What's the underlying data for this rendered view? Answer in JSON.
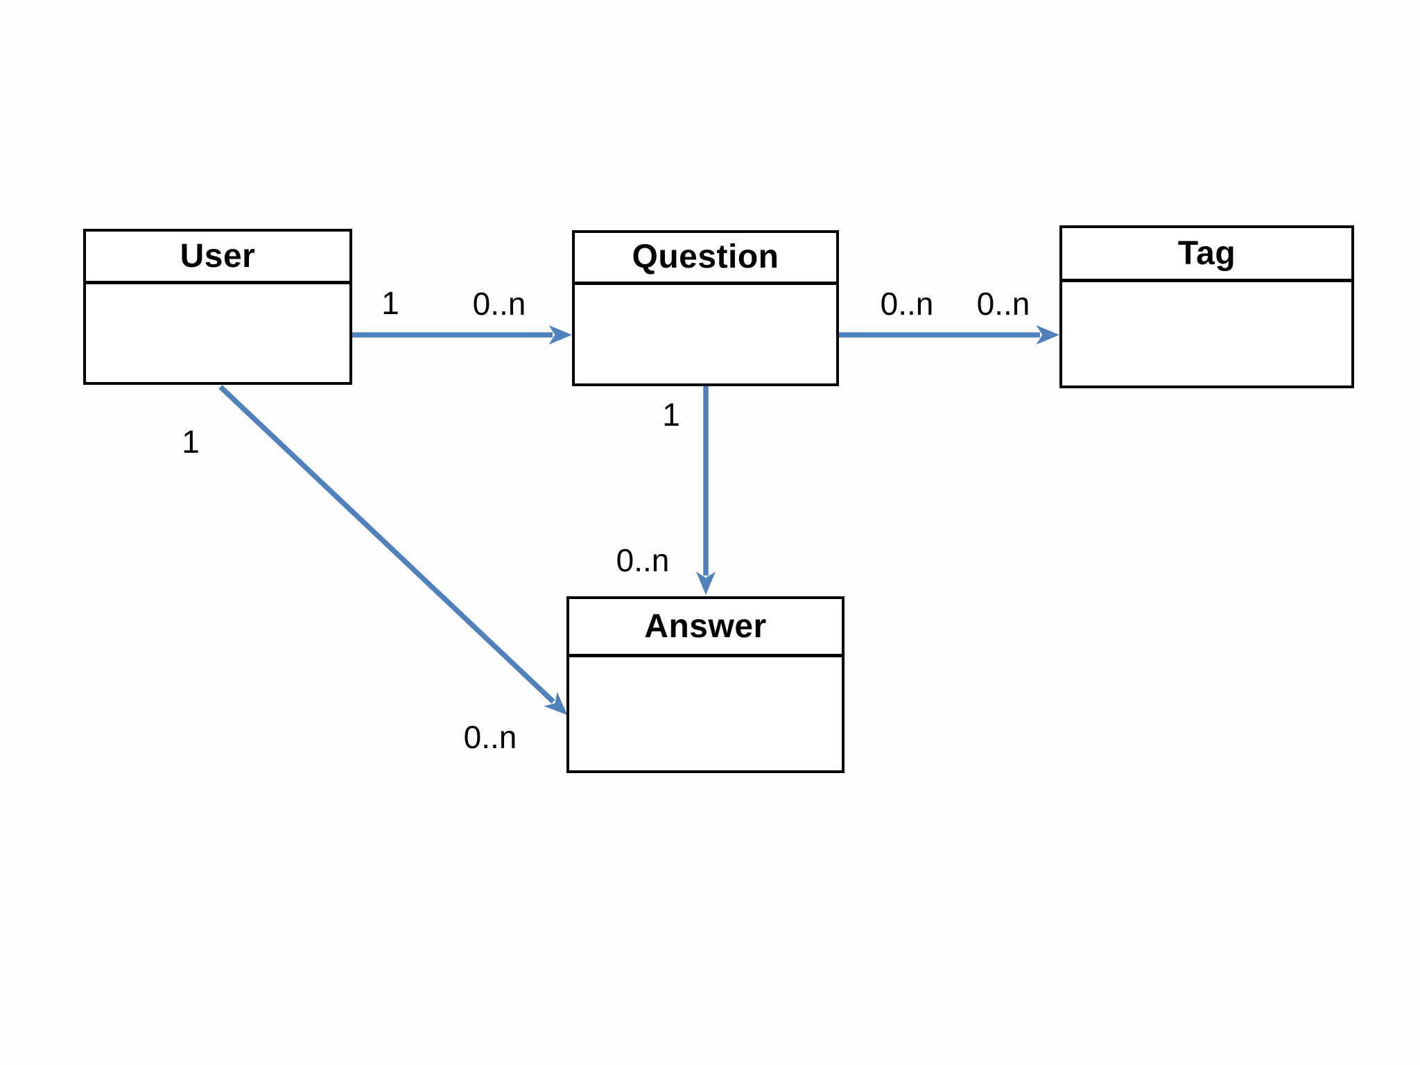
{
  "diagram": {
    "type": "uml-class-diagram",
    "entities": [
      {
        "name": "User"
      },
      {
        "name": "Question"
      },
      {
        "name": "Tag"
      },
      {
        "name": "Answer"
      }
    ],
    "relationships": [
      {
        "from": "User",
        "to": "Question",
        "from_multiplicity": "1",
        "to_multiplicity": "0..n"
      },
      {
        "from": "Question",
        "to": "Tag",
        "from_multiplicity": "0..n",
        "to_multiplicity": "0..n"
      },
      {
        "from": "Question",
        "to": "Answer",
        "from_multiplicity": "1",
        "to_multiplicity": "0..n"
      },
      {
        "from": "User",
        "to": "Answer",
        "from_multiplicity": "1",
        "to_multiplicity": "0..n"
      }
    ]
  },
  "labels": {
    "user_question_from": "1",
    "user_question_to": "0..n",
    "question_tag_from": "0..n",
    "question_tag_to": "0..n",
    "question_answer_from": "1",
    "question_answer_to": "0..n",
    "user_answer_from": "1",
    "user_answer_to": "0..n"
  },
  "colors": {
    "arrow": "#4f81bd",
    "box_border": "#000000",
    "text": "#000000",
    "background": "#fdfdfd"
  }
}
